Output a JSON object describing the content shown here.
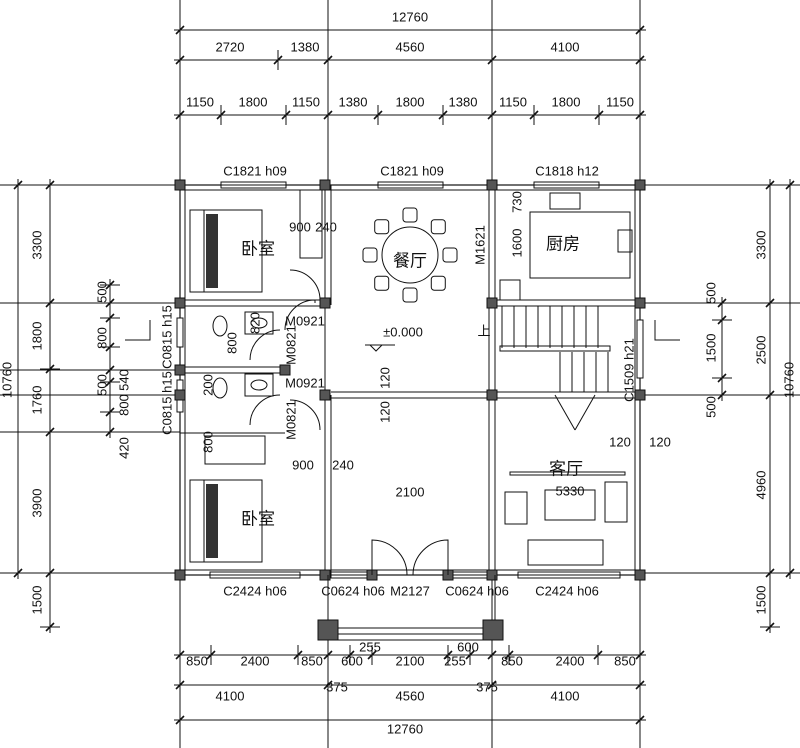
{
  "rooms": {
    "bedroom_top": "卧室",
    "bedroom_bottom": "卧室",
    "dining": "餐厅",
    "kitchen": "厨房",
    "living": "客厅"
  },
  "level_mark": "±0.000",
  "stair_up": "上",
  "openings": {
    "top_window_1": "C1821 h09",
    "top_window_2": "C1821 h09",
    "top_window_3": "C1818 h12",
    "bottom_window_1": "C2424 h06",
    "bottom_window_2": "C0624 h06",
    "main_door": "M2127",
    "bottom_window_3": "C0624 h06",
    "bottom_window_4": "C2424 h06",
    "bath_door_1": "M0921",
    "bath_door_2": "M0921",
    "bedroom_door_1": "M0821",
    "bedroom_door_2": "M0821",
    "kitchen_door": "M1621",
    "bath_window_1": "C0815 h15",
    "bath_window_2": "C0815 h15",
    "stair_window": "C1509 h21"
  },
  "dimensions": {
    "top_total": "12760",
    "top_row2": [
      "2720",
      "1380",
      "4560",
      "4100"
    ],
    "top_row3": [
      "1150",
      "1800",
      "1150",
      "1380",
      "1800",
      "1380",
      "1150",
      "1800",
      "1150"
    ],
    "left_total": "10760",
    "left_row2": [
      "3300",
      "1800",
      "1760",
      "3900",
      "1500"
    ],
    "left_row3": [
      "500",
      "800",
      "500",
      "540",
      "800",
      "420"
    ],
    "right_total": "10760",
    "right_row2": [
      "3300",
      "2500",
      "4960",
      "1500"
    ],
    "right_row3": [
      "500",
      "1500",
      "500"
    ],
    "bottom_row1": [
      "850",
      "2400",
      "850",
      "600",
      "2100",
      "255",
      "850",
      "2400",
      "850"
    ],
    "bottom_extra": [
      "255",
      "600",
      "375",
      "375"
    ],
    "bottom_row2": [
      "4100",
      "4560",
      "4100"
    ],
    "bottom_total": "12760",
    "interior": [
      "900",
      "240",
      "1600",
      "730",
      "120",
      "120",
      "120",
      "120",
      "900",
      "240",
      "2100",
      "5330",
      "200",
      "800",
      "820",
      "800"
    ]
  }
}
